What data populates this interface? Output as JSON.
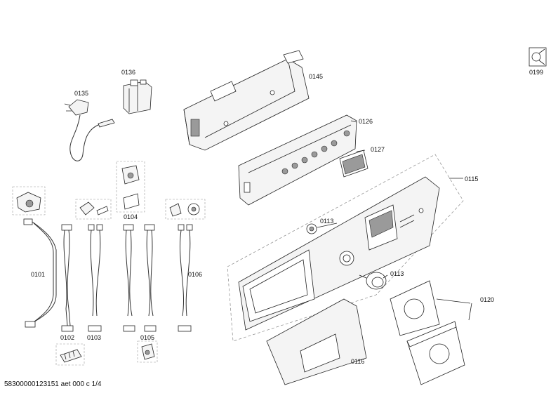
{
  "parts": {
    "p0101": "0101",
    "p0102": "0102",
    "p0103": "0103",
    "p0104": "0104",
    "p0105": "0105",
    "p0106": "0106",
    "p0113a": "0113",
    "p0113b": "0113",
    "p0115": "0115",
    "p0116": "0116",
    "p0120": "0120",
    "p0126": "0126",
    "p0127": "0127",
    "p0135": "0135",
    "p0136": "0136",
    "p0145": "0145",
    "p0199": "0199"
  },
  "footer": "58300000123151 aet 000 c 1/4"
}
